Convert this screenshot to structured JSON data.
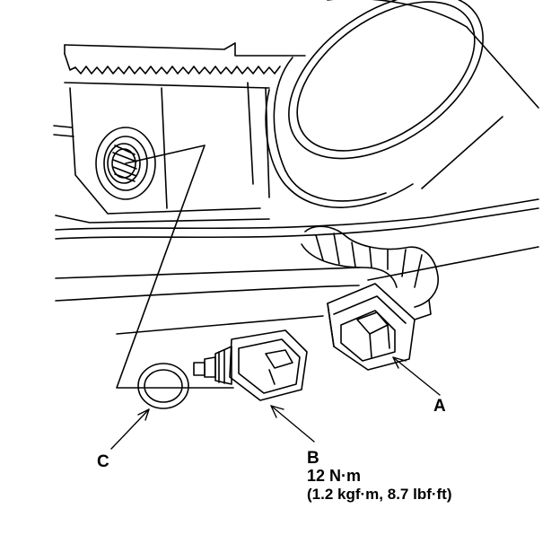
{
  "callouts": {
    "a": "A",
    "b": "B",
    "c": "C"
  },
  "torque": {
    "primary": "12 N·m",
    "alternate": "(1.2 kgf·m, 8.7 lbf·ft)"
  },
  "colors": {
    "ink": "#000000",
    "paper": "#ffffff"
  }
}
